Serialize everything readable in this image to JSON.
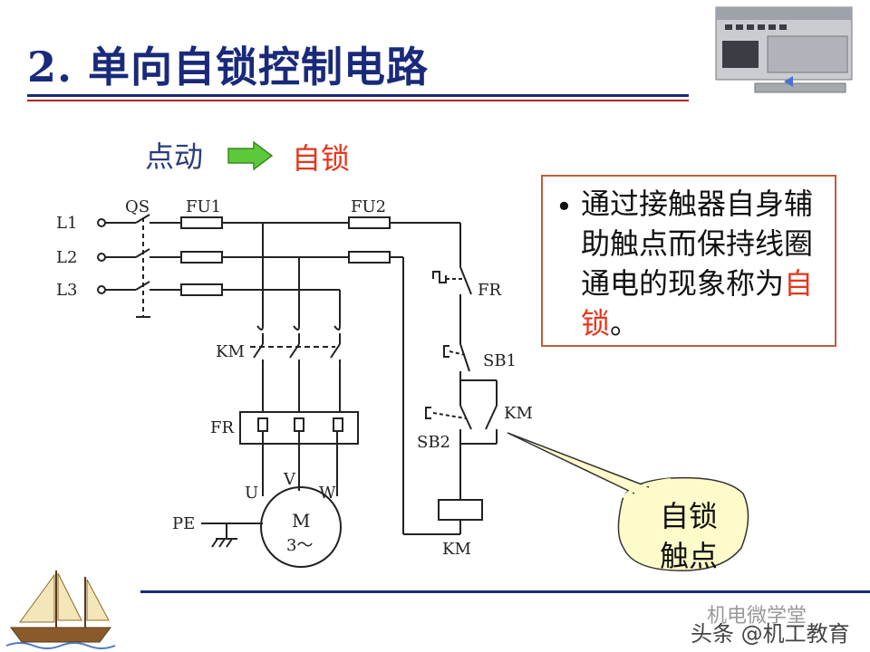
{
  "title": "2. 单向自锁控制电路",
  "header_labels": {
    "from": "点动",
    "to": "自锁"
  },
  "note": {
    "bullet": "•",
    "text_before": "通过接触器自身辅助触点而保持线圈通电的现象称为",
    "highlight": "自锁",
    "text_after": "。"
  },
  "callout": {
    "line1": "自锁",
    "line2": "触点"
  },
  "circuit_labels": {
    "l1": "L1",
    "l2": "L2",
    "l3": "L3",
    "qs": "QS",
    "fu1": "FU1",
    "fu2": "FU2",
    "km_main": "KM",
    "fr_heater": "FR",
    "u": "U",
    "v": "V",
    "w": "W",
    "pe": "PE",
    "motor_m": "M",
    "motor_phase": "3～",
    "fr_contact": "FR",
    "sb1": "SB1",
    "sb2": "SB2",
    "km_aux": "KM",
    "km_coil": "KM"
  },
  "watermark": {
    "faint": "机电微学堂",
    "main": "头条 @机工教育"
  },
  "colors": {
    "title": "#1a2a7a",
    "accent_red": "#e8341a",
    "arrow_green": "#5cc93a",
    "box_border": "#c55a3a",
    "callout_fill": "#fdfbc9"
  }
}
